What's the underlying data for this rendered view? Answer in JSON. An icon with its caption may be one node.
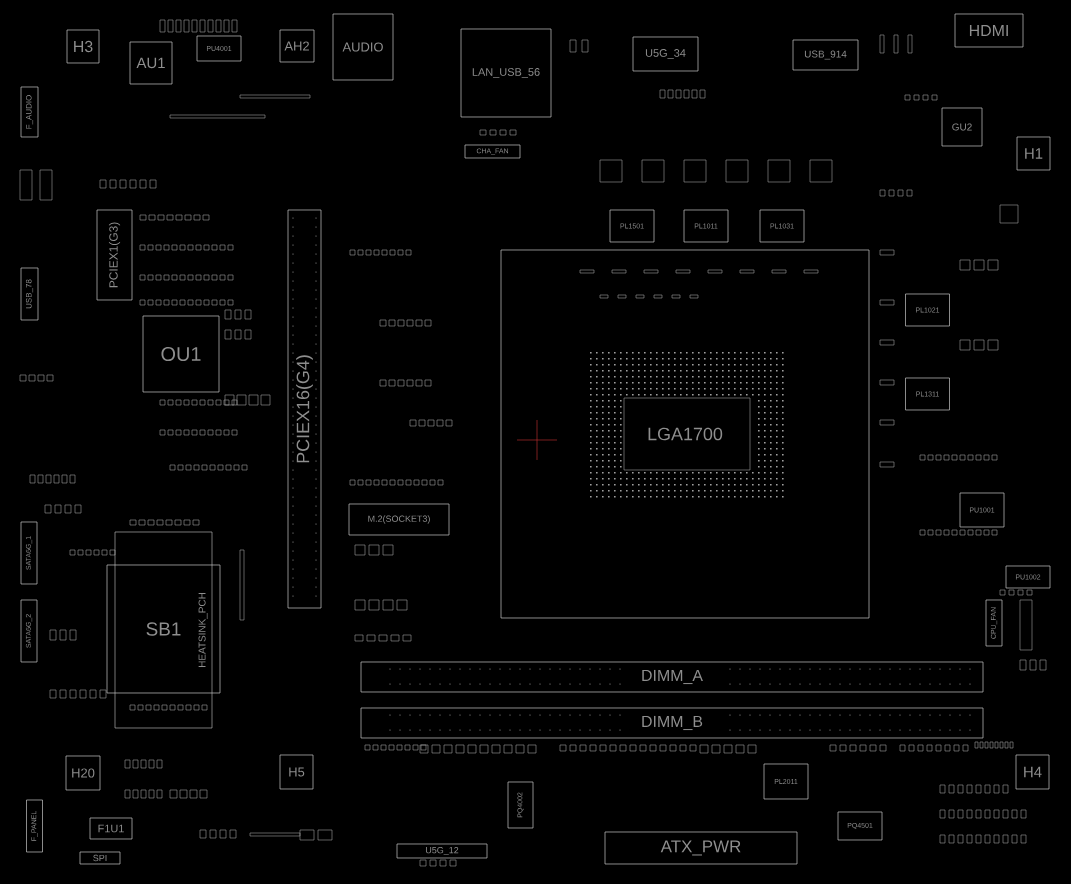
{
  "diagram": {
    "nodes": [
      {
        "text": [
          "H3"
        ]
      },
      {
        "text": [
          "AU1"
        ]
      },
      {
        "text": [
          "PU4001"
        ]
      },
      {
        "text": [
          "AH2"
        ]
      },
      {
        "text": [
          "AUDIO"
        ]
      },
      {
        "text": [
          "LAN_USB_56"
        ]
      },
      {
        "text": [
          "U5G_34"
        ]
      },
      {
        "text": [
          "USB_914"
        ]
      },
      {
        "text": [
          "HDMI"
        ]
      },
      {
        "text": [
          "GU2"
        ]
      },
      {
        "text": [
          "H1"
        ]
      },
      {
        "text": [
          "CHA_FAN"
        ]
      },
      {
        "text": [
          "F_AUDIO"
        ]
      },
      {
        "text": [
          "PCIEX1(G3)"
        ]
      },
      {
        "text": [
          "USB_78"
        ]
      },
      {
        "text": [
          "OU1"
        ]
      },
      {
        "text": [
          "PCIEX16(G4)"
        ]
      },
      {
        "text": [
          "PL1501"
        ]
      },
      {
        "text": [
          "PL1011"
        ]
      },
      {
        "text": [
          "PL1031"
        ]
      },
      {
        "text": [
          "LGA1700"
        ]
      },
      {
        "text": [
          "M.2(SOCKET3)"
        ]
      },
      {
        "text": [
          "PL1021"
        ]
      },
      {
        "text": [
          "PL1311"
        ]
      },
      {
        "text": [
          "PU1001"
        ]
      },
      {
        "text": [
          "PU1002"
        ]
      },
      {
        "text": [
          "CPU_FAN"
        ]
      },
      {
        "text": [
          "SATA6G_1"
        ]
      },
      {
        "text": [
          "SATA6G_2"
        ]
      },
      {
        "text": [
          "SB1"
        ]
      },
      {
        "text": [
          "DIMM_A"
        ]
      },
      {
        "text": [
          "DIMM_B"
        ]
      },
      {
        "text": [
          "H20"
        ]
      },
      {
        "text": [
          "H5"
        ]
      },
      {
        "text": [
          "H4"
        ]
      },
      {
        "text": [
          "F1U1"
        ]
      },
      {
        "text": [
          "SPI"
        ]
      },
      {
        "text": [
          "F_PANEL"
        ]
      },
      {
        "text": [
          "U5G_12"
        ]
      },
      {
        "text": [
          "ATX_PWR"
        ]
      },
      {
        "text": [
          "PL2011"
        ]
      },
      {
        "text": [
          "PQ4002"
        ]
      },
      {
        "text": [
          "PQ4501"
        ]
      }
    ],
    "labels": [
      "HEATSINK_PCH"
    ]
  }
}
